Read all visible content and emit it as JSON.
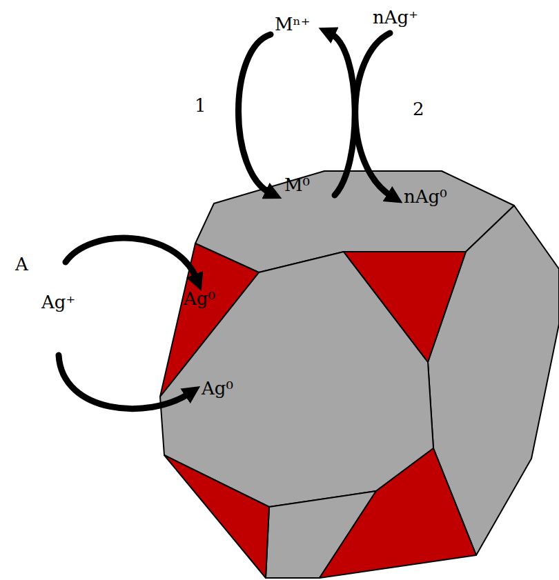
{
  "diagram": {
    "labels": [
      "Mⁿ⁺",
      "nAg⁺",
      "1",
      "2",
      "M⁰",
      "nAg⁰",
      "A",
      "Ag⁺",
      "Ag⁰",
      "Ag⁰"
    ]
  }
}
